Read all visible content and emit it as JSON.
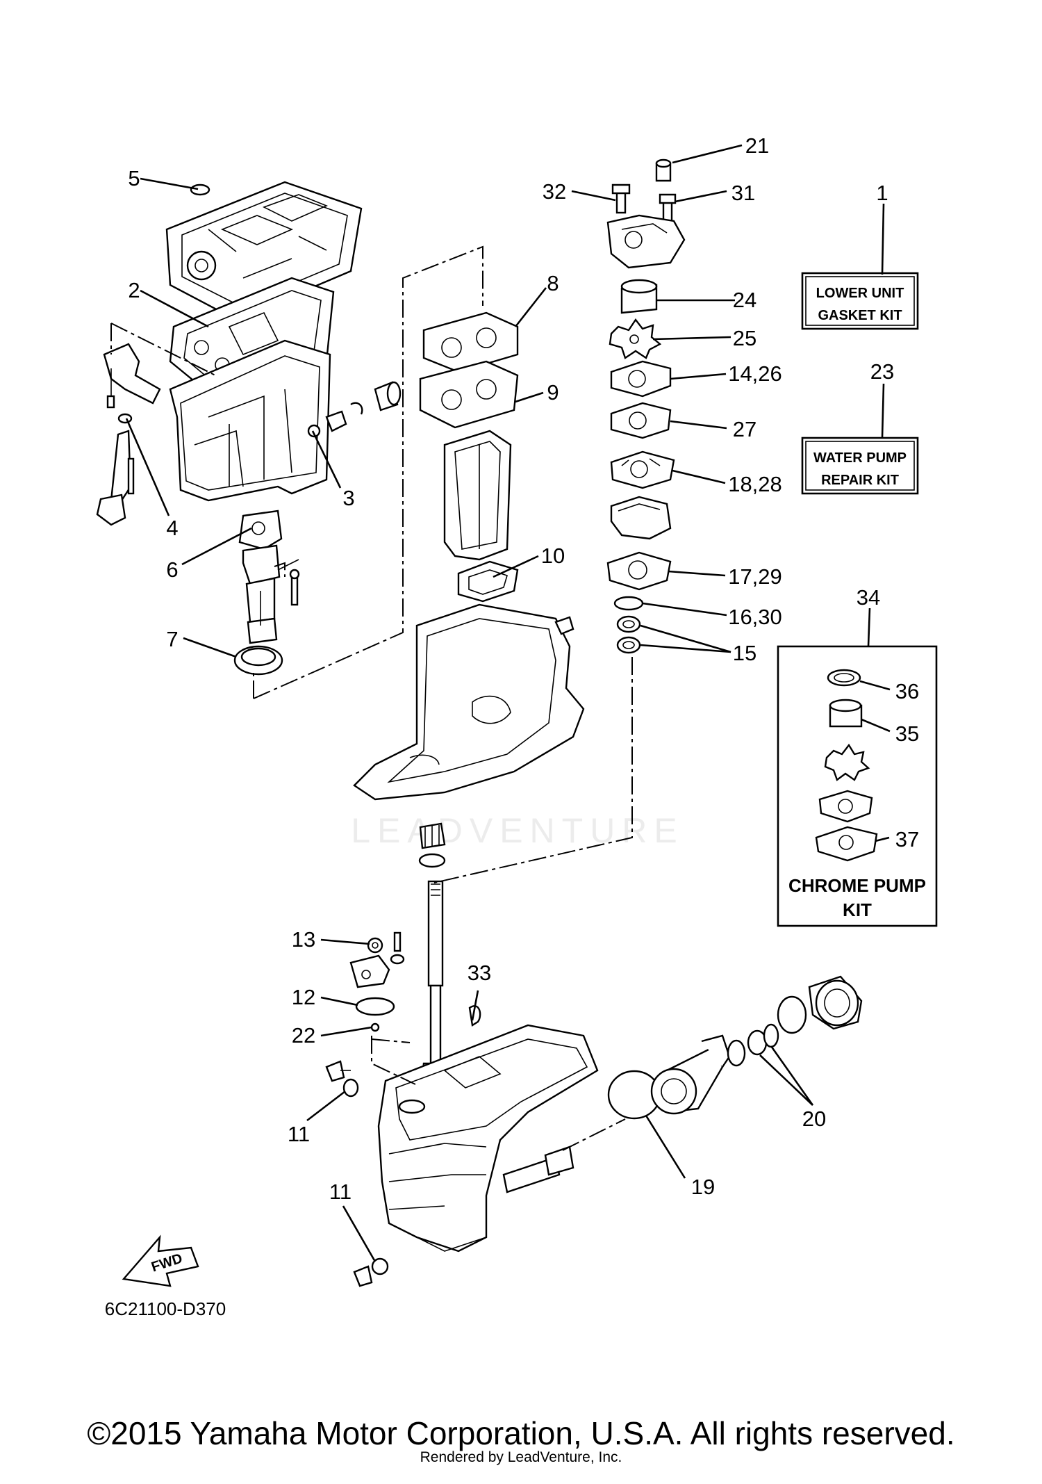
{
  "diagram": {
    "drawing_code": "6C21100-D370",
    "watermark": "LEADVENTURE",
    "copyright": "©2015 Yamaha Motor Corporation, U.S.A. All rights reserved.",
    "rendered_by": "Rendered by LeadVenture, Inc.",
    "fwd_label": "FWD",
    "kit_boxes": {
      "lower_unit_gasket_kit": [
        "LOWER UNIT",
        "GASKET KIT"
      ],
      "water_pump_repair_kit": [
        "WATER PUMP",
        "REPAIR KIT"
      ],
      "chrome_pump_kit": [
        "CHROME PUMP",
        "KIT"
      ]
    },
    "callouts": {
      "c1": "1",
      "c2": "2",
      "c3": "3",
      "c4": "4",
      "c5": "5",
      "c6": "6",
      "c7": "7",
      "c8": "8",
      "c9": "9",
      "c10": "10",
      "c11a": "11",
      "c11b": "11",
      "c12": "12",
      "c13": "13",
      "c14_26": "14,26",
      "c15": "15",
      "c16_30": "16,30",
      "c17_29": "17,29",
      "c18_28": "18,28",
      "c19": "19",
      "c20": "20",
      "c21": "21",
      "c22": "22",
      "c23": "23",
      "c24": "24",
      "c25": "25",
      "c27": "27",
      "c31": "31",
      "c32": "32",
      "c33": "33",
      "c34": "34",
      "c35": "35",
      "c36": "36",
      "c37": "37"
    }
  }
}
